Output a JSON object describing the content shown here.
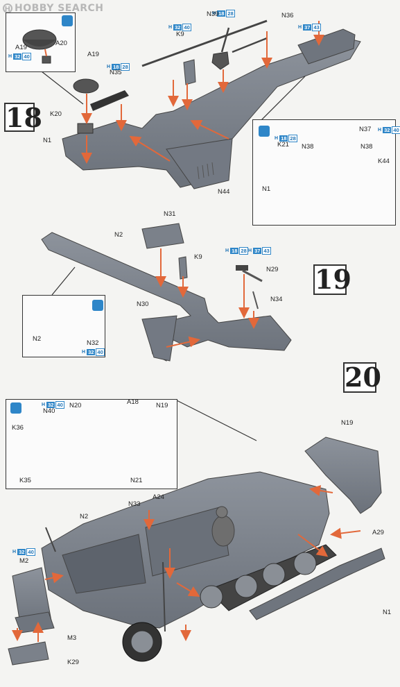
{
  "watermark": {
    "text": "HOBBY SEARCH",
    "mark": "H"
  },
  "steps": {
    "s18": "18",
    "s19": "19",
    "s20": "20"
  },
  "icons": {
    "brush": "paintbrush-icon"
  },
  "colors": {
    "hull": "#7c828c",
    "arrow": "#e2683a",
    "paint_blue": "#2e86c8",
    "outline": "#333333"
  },
  "paint_codes": {
    "h32_40": {
      "h": "H",
      "a": "32",
      "b": "40"
    },
    "h18_28": {
      "h": "H",
      "a": "18",
      "b": "28"
    },
    "h37_43": {
      "h": "H",
      "a": "37",
      "b": "43"
    }
  },
  "labels": {
    "a19_inset": "A19",
    "a20": "A20",
    "a19": "A19",
    "n35": "N35",
    "k9_18": "K9",
    "n39": "N39",
    "n36": "N36",
    "k20": "K20",
    "n1_18": "N1",
    "n44": "N44",
    "n37": "N37",
    "k21": "K21",
    "n38a": "N38",
    "n38b": "N38",
    "k44": "K44",
    "n1_inset": "N1",
    "n2_19": "N2",
    "n31": "N31",
    "k9_19": "K9",
    "n29": "N29",
    "n34": "N34",
    "n30": "N30",
    "n2_inset": "N2",
    "n32": "N32",
    "n40": "N40",
    "n20": "N20",
    "a18": "A18",
    "n19_inset": "N19",
    "k36": "K36",
    "k35": "K35",
    "n21": "N21",
    "n19": "N19",
    "n33": "N33",
    "a24": "A24",
    "n2_20": "N2",
    "m2": "M2",
    "a29": "A29",
    "m3": "M3",
    "k29": "K29",
    "n1_20": "N1"
  }
}
